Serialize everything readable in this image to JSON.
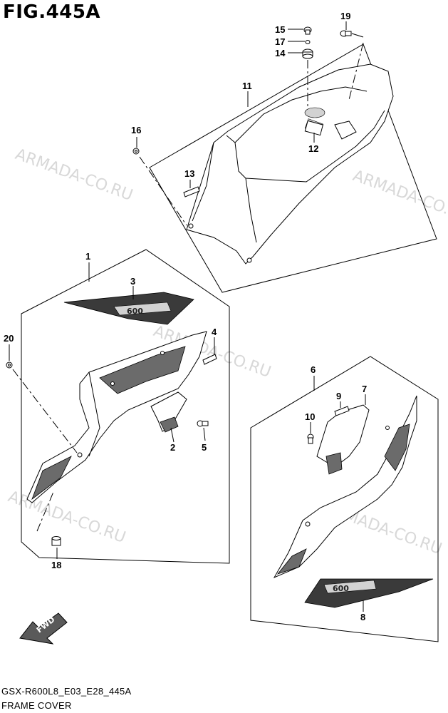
{
  "figure_title": "FIG.445A",
  "footer": {
    "code": "GSX-R600L8_E03_E28_445A",
    "name": "FRAME COVER"
  },
  "watermark": "ARMADA-CO.RU",
  "fwd_label": "FWD",
  "callouts": {
    "c1": "1",
    "c2": "2",
    "c3": "3",
    "c4": "4",
    "c5": "5",
    "c6": "6",
    "c7": "7",
    "c8": "8",
    "c9": "9",
    "c10": "10",
    "c11": "11",
    "c12": "12",
    "c13": "13",
    "c14": "14",
    "c15": "15",
    "c16": "16",
    "c17": "17",
    "c18": "18",
    "c19": "19",
    "c20": "20"
  },
  "badge_text": "600"
}
